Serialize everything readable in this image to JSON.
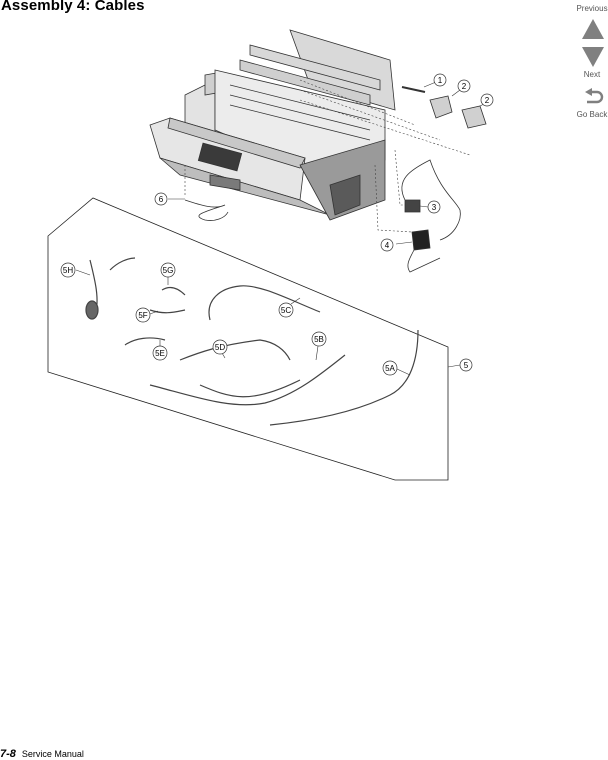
{
  "header": {
    "title": "Assembly 4:  Cables"
  },
  "nav": {
    "previous": "Previous",
    "next": "Next",
    "go_back": "Go Back"
  },
  "figure": {
    "callouts": [
      "1",
      "2",
      "2",
      "3",
      "4",
      "5",
      "6",
      "5H",
      "5G",
      "5F",
      "5C",
      "5E",
      "5D",
      "5B",
      "5A"
    ]
  },
  "footer": {
    "page": "7-8",
    "label": "Service Manual"
  }
}
